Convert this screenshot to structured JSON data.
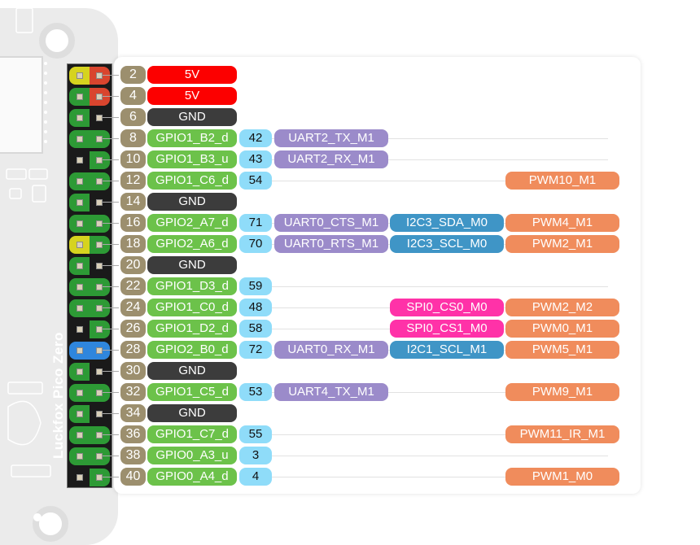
{
  "board": {
    "name": "Luckfox Pico Zero"
  },
  "colors": {
    "number": "#9c8f6e",
    "power5v": "#fc0000",
    "gnd": "#3c3c3c",
    "gpio_name": "#6cc24a",
    "gpio_num": "#8fdcf9",
    "uart": "#9b8bca",
    "i2c": "#3f95c6",
    "spi": "#ff32a8",
    "pwm": "#f08c5c"
  },
  "header_pins": [
    {
      "odd": "#d6d31f",
      "even": "#d9452e"
    },
    {
      "odd": "#2d9a35",
      "even": "#d9452e"
    },
    {
      "odd": "#2d9a35",
      "even": "#1a1a1a"
    },
    {
      "odd": "#2d9a35",
      "even": "#2d9a35"
    },
    {
      "odd": "#1a1a1a",
      "even": "#2d9a35"
    },
    {
      "odd": "#2d9a35",
      "even": "#2d9a35"
    },
    {
      "odd": "#2d9a35",
      "even": "#1a1a1a"
    },
    {
      "odd": "#2d9a35",
      "even": "#2d9a35"
    },
    {
      "odd": "#d6d31f",
      "even": "#2d9a35"
    },
    {
      "odd": "#2d9a35",
      "even": "#1a1a1a"
    },
    {
      "odd": "#2d9a35",
      "even": "#2d9a35"
    },
    {
      "odd": "#2d9a35",
      "even": "#2d9a35"
    },
    {
      "odd": "#1a1a1a",
      "even": "#2d9a35"
    },
    {
      "odd": "#2f86dd",
      "even": "#2f86dd"
    },
    {
      "odd": "#2d9a35",
      "even": "#1a1a1a"
    },
    {
      "odd": "#2d9a35",
      "even": "#2d9a35"
    },
    {
      "odd": "#2d9a35",
      "even": "#1a1a1a"
    },
    {
      "odd": "#2d9a35",
      "even": "#2d9a35"
    },
    {
      "odd": "#2d9a35",
      "even": "#2d9a35"
    },
    {
      "odd": "#1a1a1a",
      "even": "#2d9a35"
    }
  ],
  "pins": [
    {
      "num": "2",
      "name": "5V",
      "kind": "power"
    },
    {
      "num": "4",
      "name": "5V",
      "kind": "power"
    },
    {
      "num": "6",
      "name": "GND",
      "kind": "gnd"
    },
    {
      "num": "8",
      "name": "GPIO1_B2_d",
      "kind": "gpio",
      "gpio": "42",
      "uart": "UART2_TX_M1"
    },
    {
      "num": "10",
      "name": "GPIO1_B3_u",
      "kind": "gpio",
      "gpio": "43",
      "uart": "UART2_RX_M1"
    },
    {
      "num": "12",
      "name": "GPIO1_C6_d",
      "kind": "gpio",
      "gpio": "54",
      "pwm": "PWM10_M1"
    },
    {
      "num": "14",
      "name": "GND",
      "kind": "gnd"
    },
    {
      "num": "16",
      "name": "GPIO2_A7_d",
      "kind": "gpio",
      "gpio": "71",
      "uart": "UART0_CTS_M1",
      "i2c": "I2C3_SDA_M0",
      "pwm": "PWM4_M1"
    },
    {
      "num": "18",
      "name": "GPIO2_A6_d",
      "kind": "gpio",
      "gpio": "70",
      "uart": "UART0_RTS_M1",
      "i2c": "I2C3_SCL_M0",
      "pwm": "PWM2_M1"
    },
    {
      "num": "20",
      "name": "GND",
      "kind": "gnd"
    },
    {
      "num": "22",
      "name": "GPIO1_D3_d",
      "kind": "gpio",
      "gpio": "59"
    },
    {
      "num": "24",
      "name": "GPIO1_C0_d",
      "kind": "gpio",
      "gpio": "48",
      "spi": "SPI0_CS0_M0",
      "pwm": "PWM2_M2"
    },
    {
      "num": "26",
      "name": "GPIO1_D2_d",
      "kind": "gpio",
      "gpio": "58",
      "spi": "SPI0_CS1_M0",
      "pwm": "PWM0_M1"
    },
    {
      "num": "28",
      "name": "GPIO2_B0_d",
      "kind": "gpio",
      "gpio": "72",
      "uart": "UART0_RX_M1",
      "i2c": "I2C1_SCL_M1",
      "pwm": "PWM5_M1"
    },
    {
      "num": "30",
      "name": "GND",
      "kind": "gnd"
    },
    {
      "num": "32",
      "name": "GPIO1_C5_d",
      "kind": "gpio",
      "gpio": "53",
      "uart": "UART4_TX_M1",
      "pwm": "PWM9_M1"
    },
    {
      "num": "34",
      "name": "GND",
      "kind": "gnd"
    },
    {
      "num": "36",
      "name": "GPIO1_C7_d",
      "kind": "gpio",
      "gpio": "55",
      "pwm": "PWM11_IR_M1"
    },
    {
      "num": "38",
      "name": "GPIO0_A3_u",
      "kind": "gpio",
      "gpio": "3"
    },
    {
      "num": "40",
      "name": "GPIO0_A4_d",
      "kind": "gpio",
      "gpio": "4",
      "pwm": "PWM1_M0"
    }
  ]
}
